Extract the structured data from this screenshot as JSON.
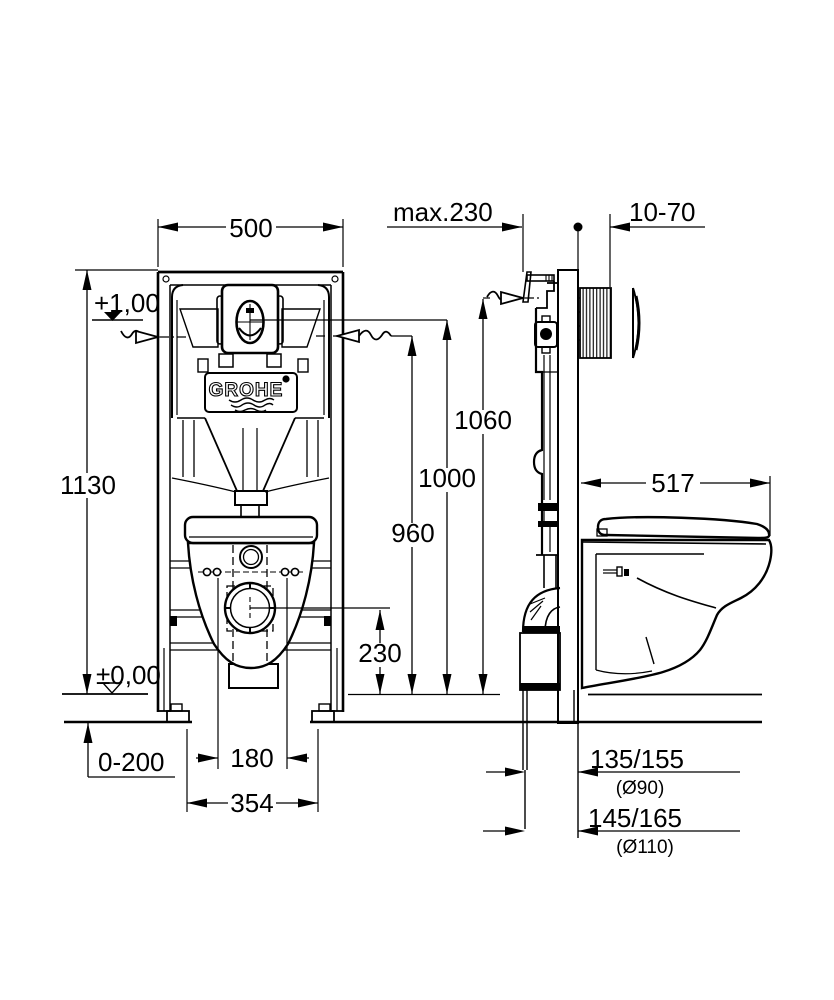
{
  "drawing": {
    "front": {
      "width": "500",
      "height": "1130",
      "level_plus": "+1,00",
      "level_zero": "±0,00",
      "floor_adjust": "0-200",
      "outlet_height": "230",
      "supply_height": "960",
      "actuator_height": "1000",
      "bolt_spacing": "180",
      "frame_bottom_width": "354",
      "logo": "GROHE"
    },
    "side": {
      "depth_max": "max.230",
      "wall_range": "10-70",
      "inlet_height": "1060",
      "bowl_depth": "517",
      "outlet_offset_1": "135/155",
      "outlet_dia_1": "(Ø90)",
      "outlet_offset_2": "145/165",
      "outlet_dia_2": "(Ø110)"
    }
  }
}
